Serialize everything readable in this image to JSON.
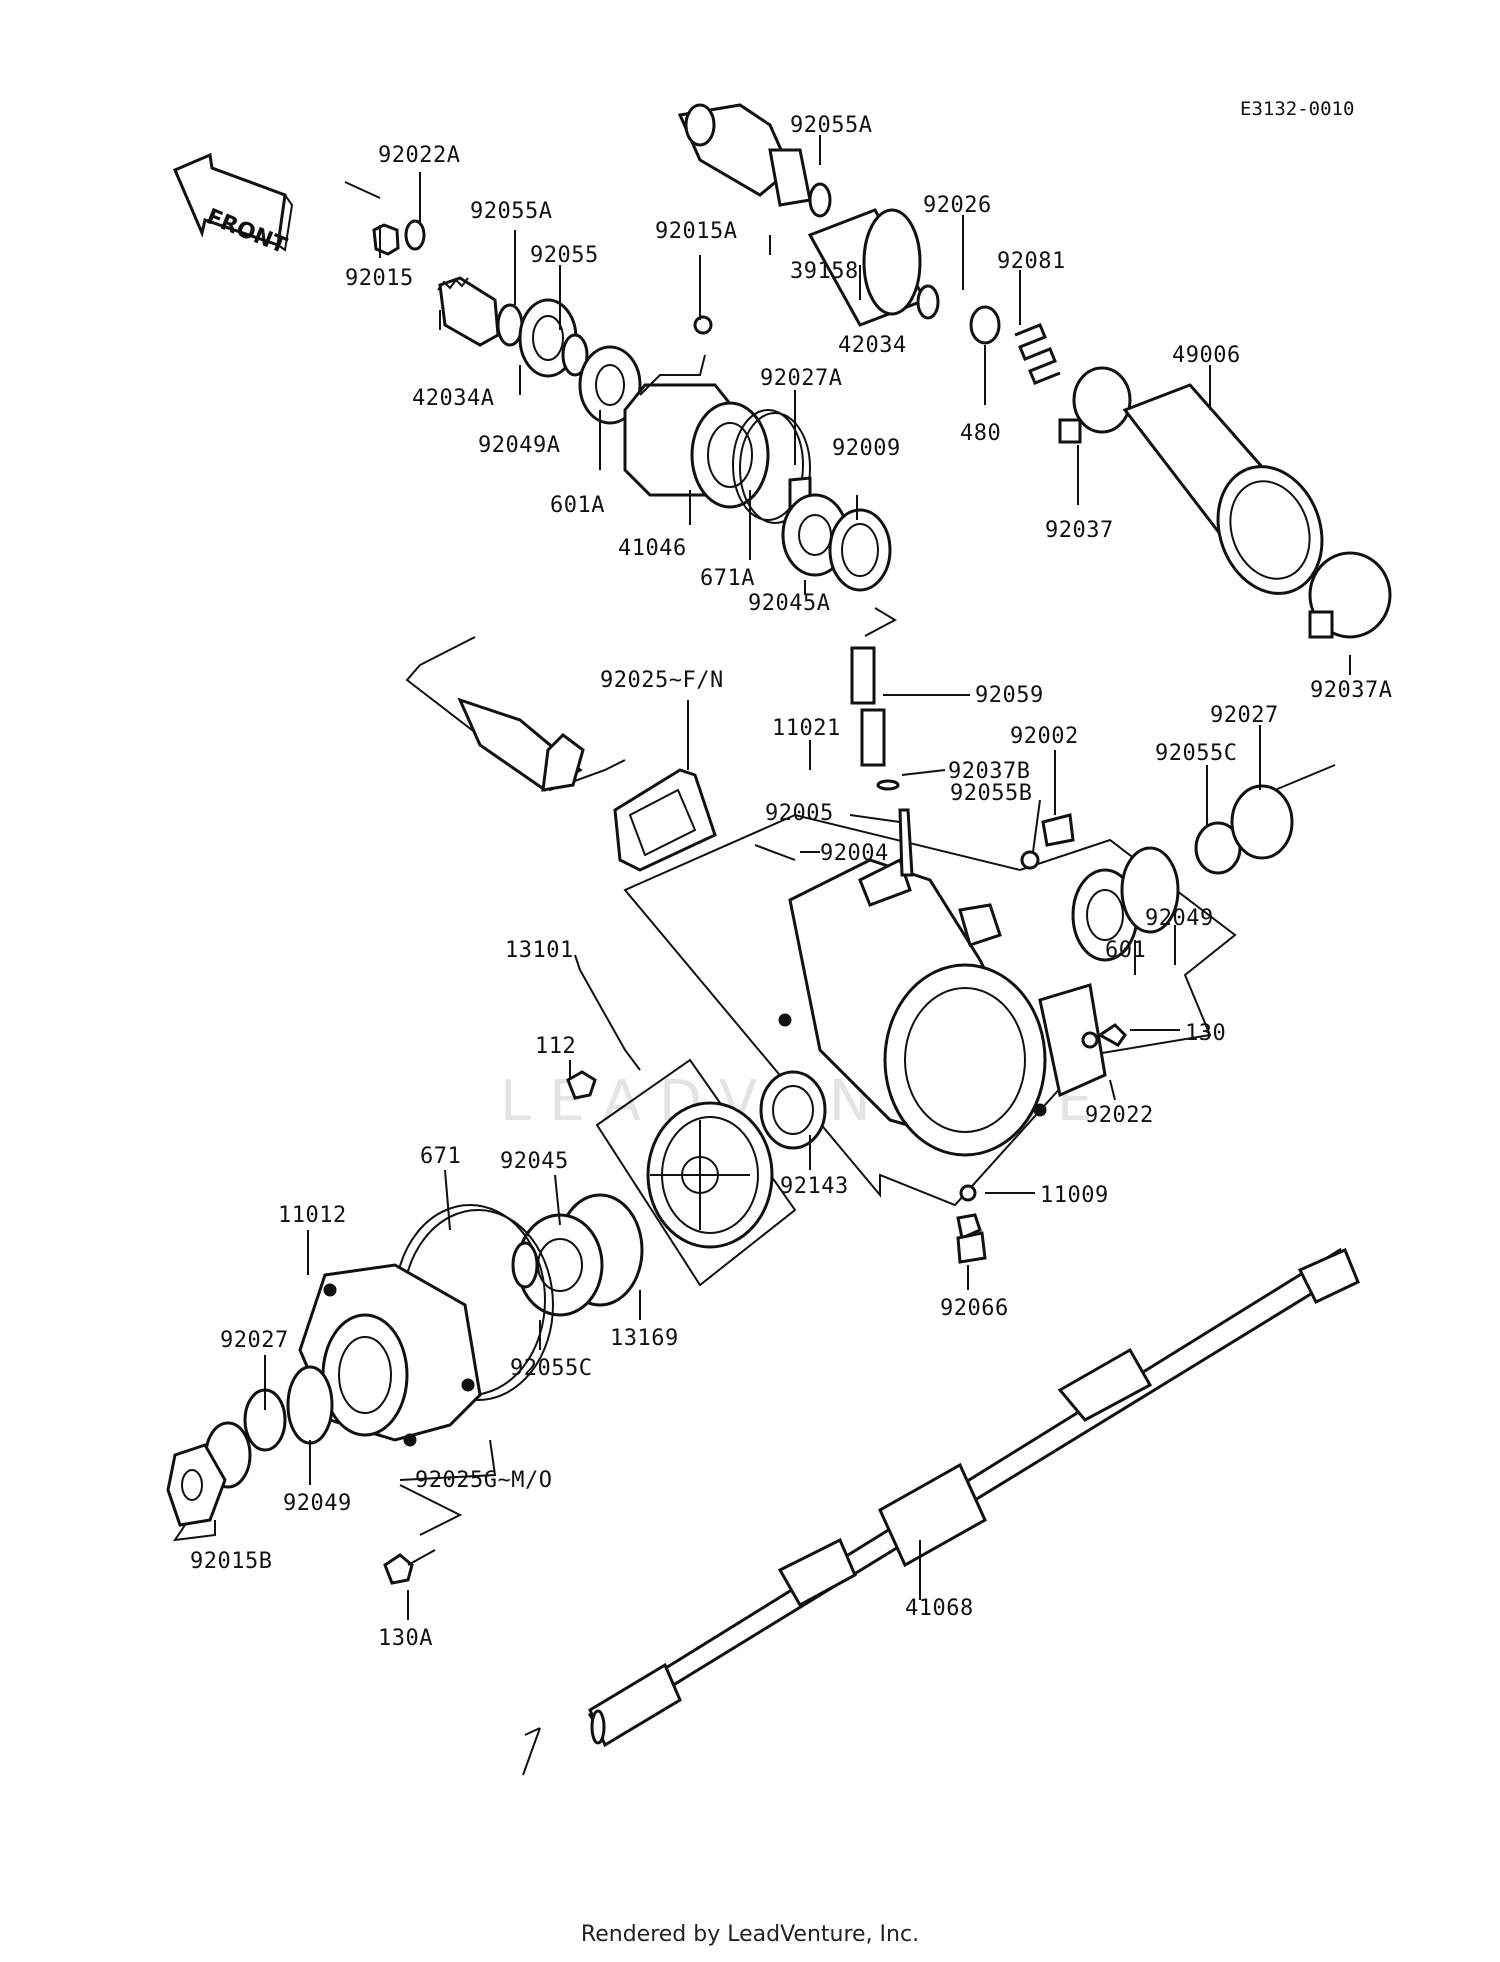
{
  "diagram_code": "E3132-0010",
  "front_label": "FRONT",
  "watermark_text": "LEADVENTURE",
  "footer": "Rendered by LeadVenture, Inc.",
  "part_labels": [
    "92022A",
    "92055A",
    "92015A",
    "92055A",
    "92055",
    "92015",
    "42034A",
    "92049A",
    "601A",
    "39158",
    "42034",
    "92026",
    "92081",
    "480",
    "49006",
    "92037",
    "92027A",
    "92009",
    "41046",
    "671A",
    "92045A",
    "92037A",
    "92025~F/N",
    "92059",
    "11021",
    "92037B",
    "92005",
    "92004",
    "92002",
    "92055B",
    "92027",
    "92055C",
    "601",
    "92049",
    "130",
    "92022",
    "13101",
    "112",
    "11009",
    "92066",
    "671",
    "92045",
    "11012",
    "92143",
    "92027",
    "13169",
    "92055C",
    "92049",
    "92025G~M/O",
    "92015B",
    "130A",
    "41068"
  ]
}
